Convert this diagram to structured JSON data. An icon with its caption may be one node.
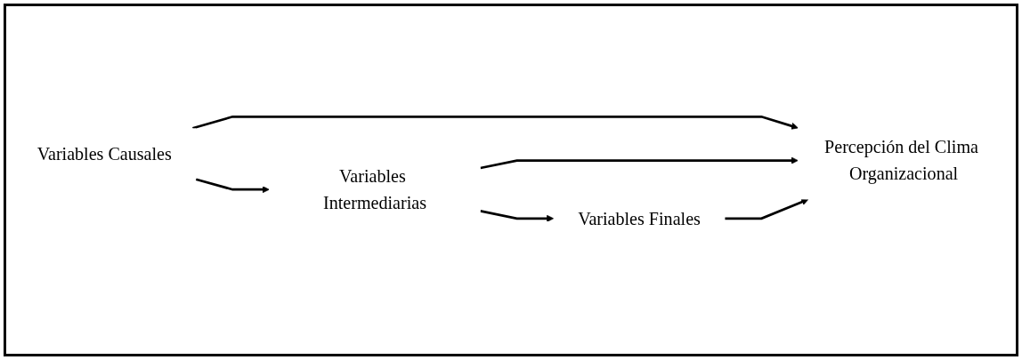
{
  "diagram": {
    "nodes": [
      {
        "text": [
          "Variables Causales"
        ]
      },
      {
        "text": [
          "Variables Intermediarias"
        ]
      },
      {
        "text": [
          "Variables Finales"
        ]
      },
      {
        "text": [
          "Percepción del Clima Organizacional"
        ]
      }
    ],
    "edges": [
      {
        "from": 0,
        "to": 1,
        "arrow": "to"
      },
      {
        "from": 1,
        "to": 2,
        "arrow": "to"
      },
      {
        "from": 0,
        "to": 3,
        "arrow": "to"
      },
      {
        "from": 1,
        "to": 3,
        "arrow": "to"
      },
      {
        "from": 2,
        "to": 3,
        "arrow": "to"
      }
    ]
  }
}
